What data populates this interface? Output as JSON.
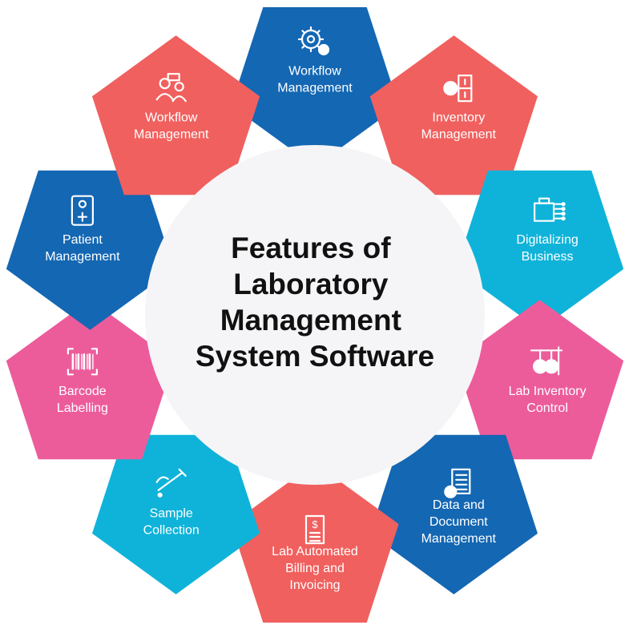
{
  "title_lines": [
    "Features of",
    "Laboratory",
    "Management",
    "System Software"
  ],
  "colors": {
    "blue": "#1467b3",
    "red": "#f0605e",
    "cyan": "#0fb3d9",
    "pink": "#ec5c9b",
    "circle": "#f5f5f7"
  },
  "segments": [
    {
      "lines": [
        "Workflow",
        "Management"
      ],
      "color": "#1467b3",
      "icon": "gears-icon"
    },
    {
      "lines": [
        "Inventory",
        "Management"
      ],
      "color": "#f0605e",
      "icon": "inventory-cabinet-icon"
    },
    {
      "lines": [
        "Digitalizing",
        "Business"
      ],
      "color": "#0fb3d9",
      "icon": "digital-briefcase-icon"
    },
    {
      "lines": [
        "Lab Inventory",
        "Control"
      ],
      "color": "#ec5c9b",
      "icon": "flask-rack-icon"
    },
    {
      "lines": [
        "Data and",
        "Document",
        "Management"
      ],
      "color": "#1467b3",
      "icon": "document-gear-icon"
    },
    {
      "lines": [
        "Lab Automated",
        "Billing and",
        "Invoicing"
      ],
      "color": "#f0605e",
      "icon": "invoice-icon"
    },
    {
      "lines": [
        "Sample",
        "Collection"
      ],
      "color": "#0fb3d9",
      "icon": "syringe-hand-icon"
    },
    {
      "lines": [
        "Barcode",
        "Labelling"
      ],
      "color": "#ec5c9b",
      "icon": "barcode-icon"
    },
    {
      "lines": [
        "Patient",
        "Management"
      ],
      "color": "#1467b3",
      "icon": "patient-card-icon"
    },
    {
      "lines": [
        "Workflow",
        "Management"
      ],
      "color": "#f0605e",
      "icon": "team-workflow-icon"
    }
  ]
}
